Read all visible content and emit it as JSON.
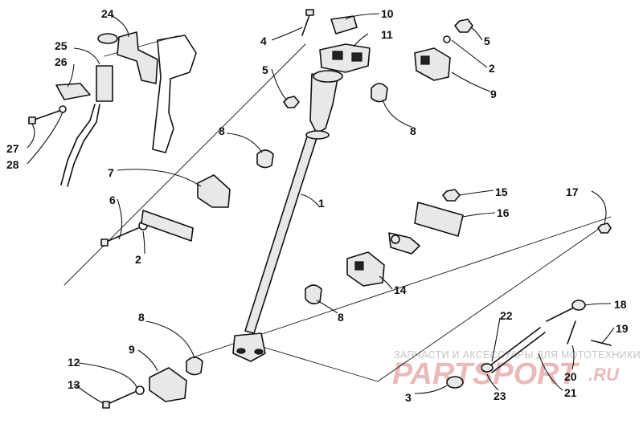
{
  "callouts": {
    "c1": "1",
    "c2a": "2",
    "c2b": "2",
    "c3": "3",
    "c4": "4",
    "c5a": "5",
    "c5b": "5",
    "c6": "6",
    "c7": "7",
    "c8a": "8",
    "c8b": "8",
    "c8c": "8",
    "c8d": "8",
    "c9a": "9",
    "c9b": "9",
    "c10": "10",
    "c11": "11",
    "c12": "12",
    "c13": "13",
    "c14": "14",
    "c15": "15",
    "c16": "16",
    "c17": "17",
    "c18": "18",
    "c19": "19",
    "c20": "20",
    "c21": "21",
    "c22": "22",
    "c23": "23",
    "c24": "24",
    "c25": "25",
    "c26": "26",
    "c27": "27",
    "c28": "28"
  },
  "watermark": {
    "tagline": "ЗАПЧАСТИ И АКСЕССУАРЫ ДЛЯ МОТОТЕХНИКИ",
    "brand": "PARTSPORT",
    "domain": ".RU"
  }
}
